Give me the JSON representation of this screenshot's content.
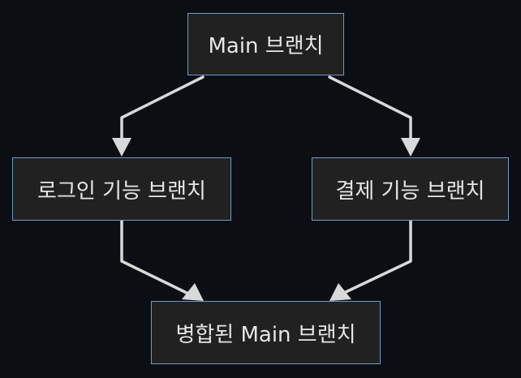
{
  "diagram": {
    "nodes": [
      {
        "id": "main",
        "label": "Main 브랜치"
      },
      {
        "id": "login",
        "label": "로그인 기능 브랜치"
      },
      {
        "id": "pay",
        "label": "결제 기능 브랜치"
      },
      {
        "id": "merged",
        "label": "병합된 Main 브랜치"
      }
    ],
    "edges": [
      {
        "from": "main",
        "to": "login"
      },
      {
        "from": "main",
        "to": "pay"
      },
      {
        "from": "login",
        "to": "merged"
      },
      {
        "from": "pay",
        "to": "merged"
      }
    ],
    "colors": {
      "background": "#0b0f14",
      "node_fill": "#212121",
      "node_border": "#6f9bc4",
      "edge": "#d9d9d9",
      "text": "#e6e6e6"
    }
  }
}
